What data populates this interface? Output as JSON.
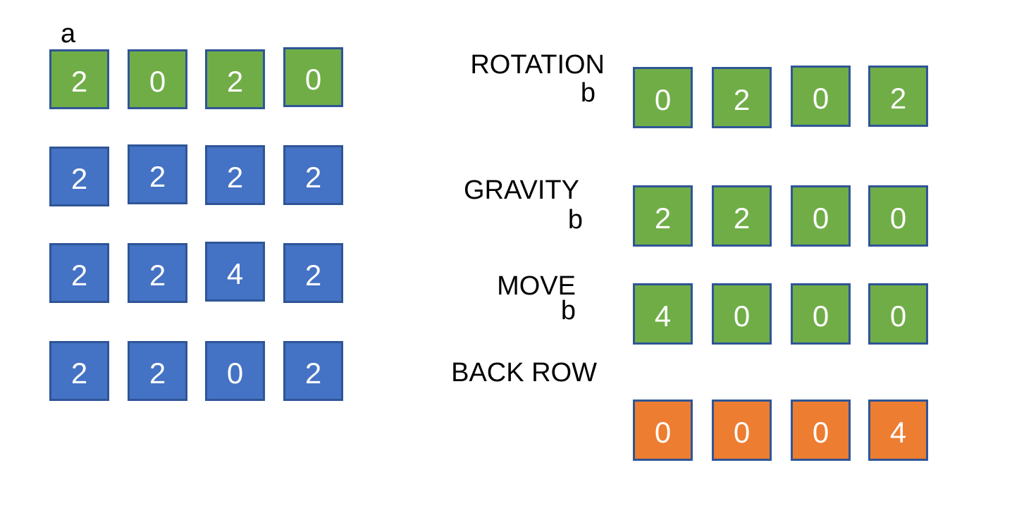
{
  "colors": {
    "green": "#70AD47",
    "blue": "#4472C4",
    "orange": "#ED7D31",
    "border": "#2F5597",
    "digit": "#ffffff",
    "label_text": "#000000"
  },
  "left_grid": {
    "label": "a",
    "rows": [
      {
        "color": "green",
        "values": [
          "2",
          "0",
          "2",
          "0"
        ]
      },
      {
        "color": "blue",
        "values": [
          "2",
          "2",
          "2",
          "2"
        ]
      },
      {
        "color": "blue",
        "values": [
          "2",
          "2",
          "4",
          "2"
        ]
      },
      {
        "color": "blue",
        "values": [
          "2",
          "2",
          "0",
          "2"
        ]
      }
    ]
  },
  "right_panel": {
    "sections": [
      {
        "title": "ROTATION",
        "sublabel": "b",
        "color": "green",
        "values": [
          "0",
          "2",
          "0",
          "2"
        ]
      },
      {
        "title": "GRAVITY",
        "sublabel": "b",
        "color": "green",
        "values": [
          "2",
          "2",
          "0",
          "0"
        ]
      },
      {
        "title": "MOVE",
        "sublabel": "b",
        "color": "green",
        "values": [
          "4",
          "0",
          "0",
          "0"
        ]
      },
      {
        "title": "BACK ROW",
        "sublabel": "",
        "color": "orange",
        "values": [
          "0",
          "0",
          "0",
          "4"
        ]
      }
    ]
  }
}
